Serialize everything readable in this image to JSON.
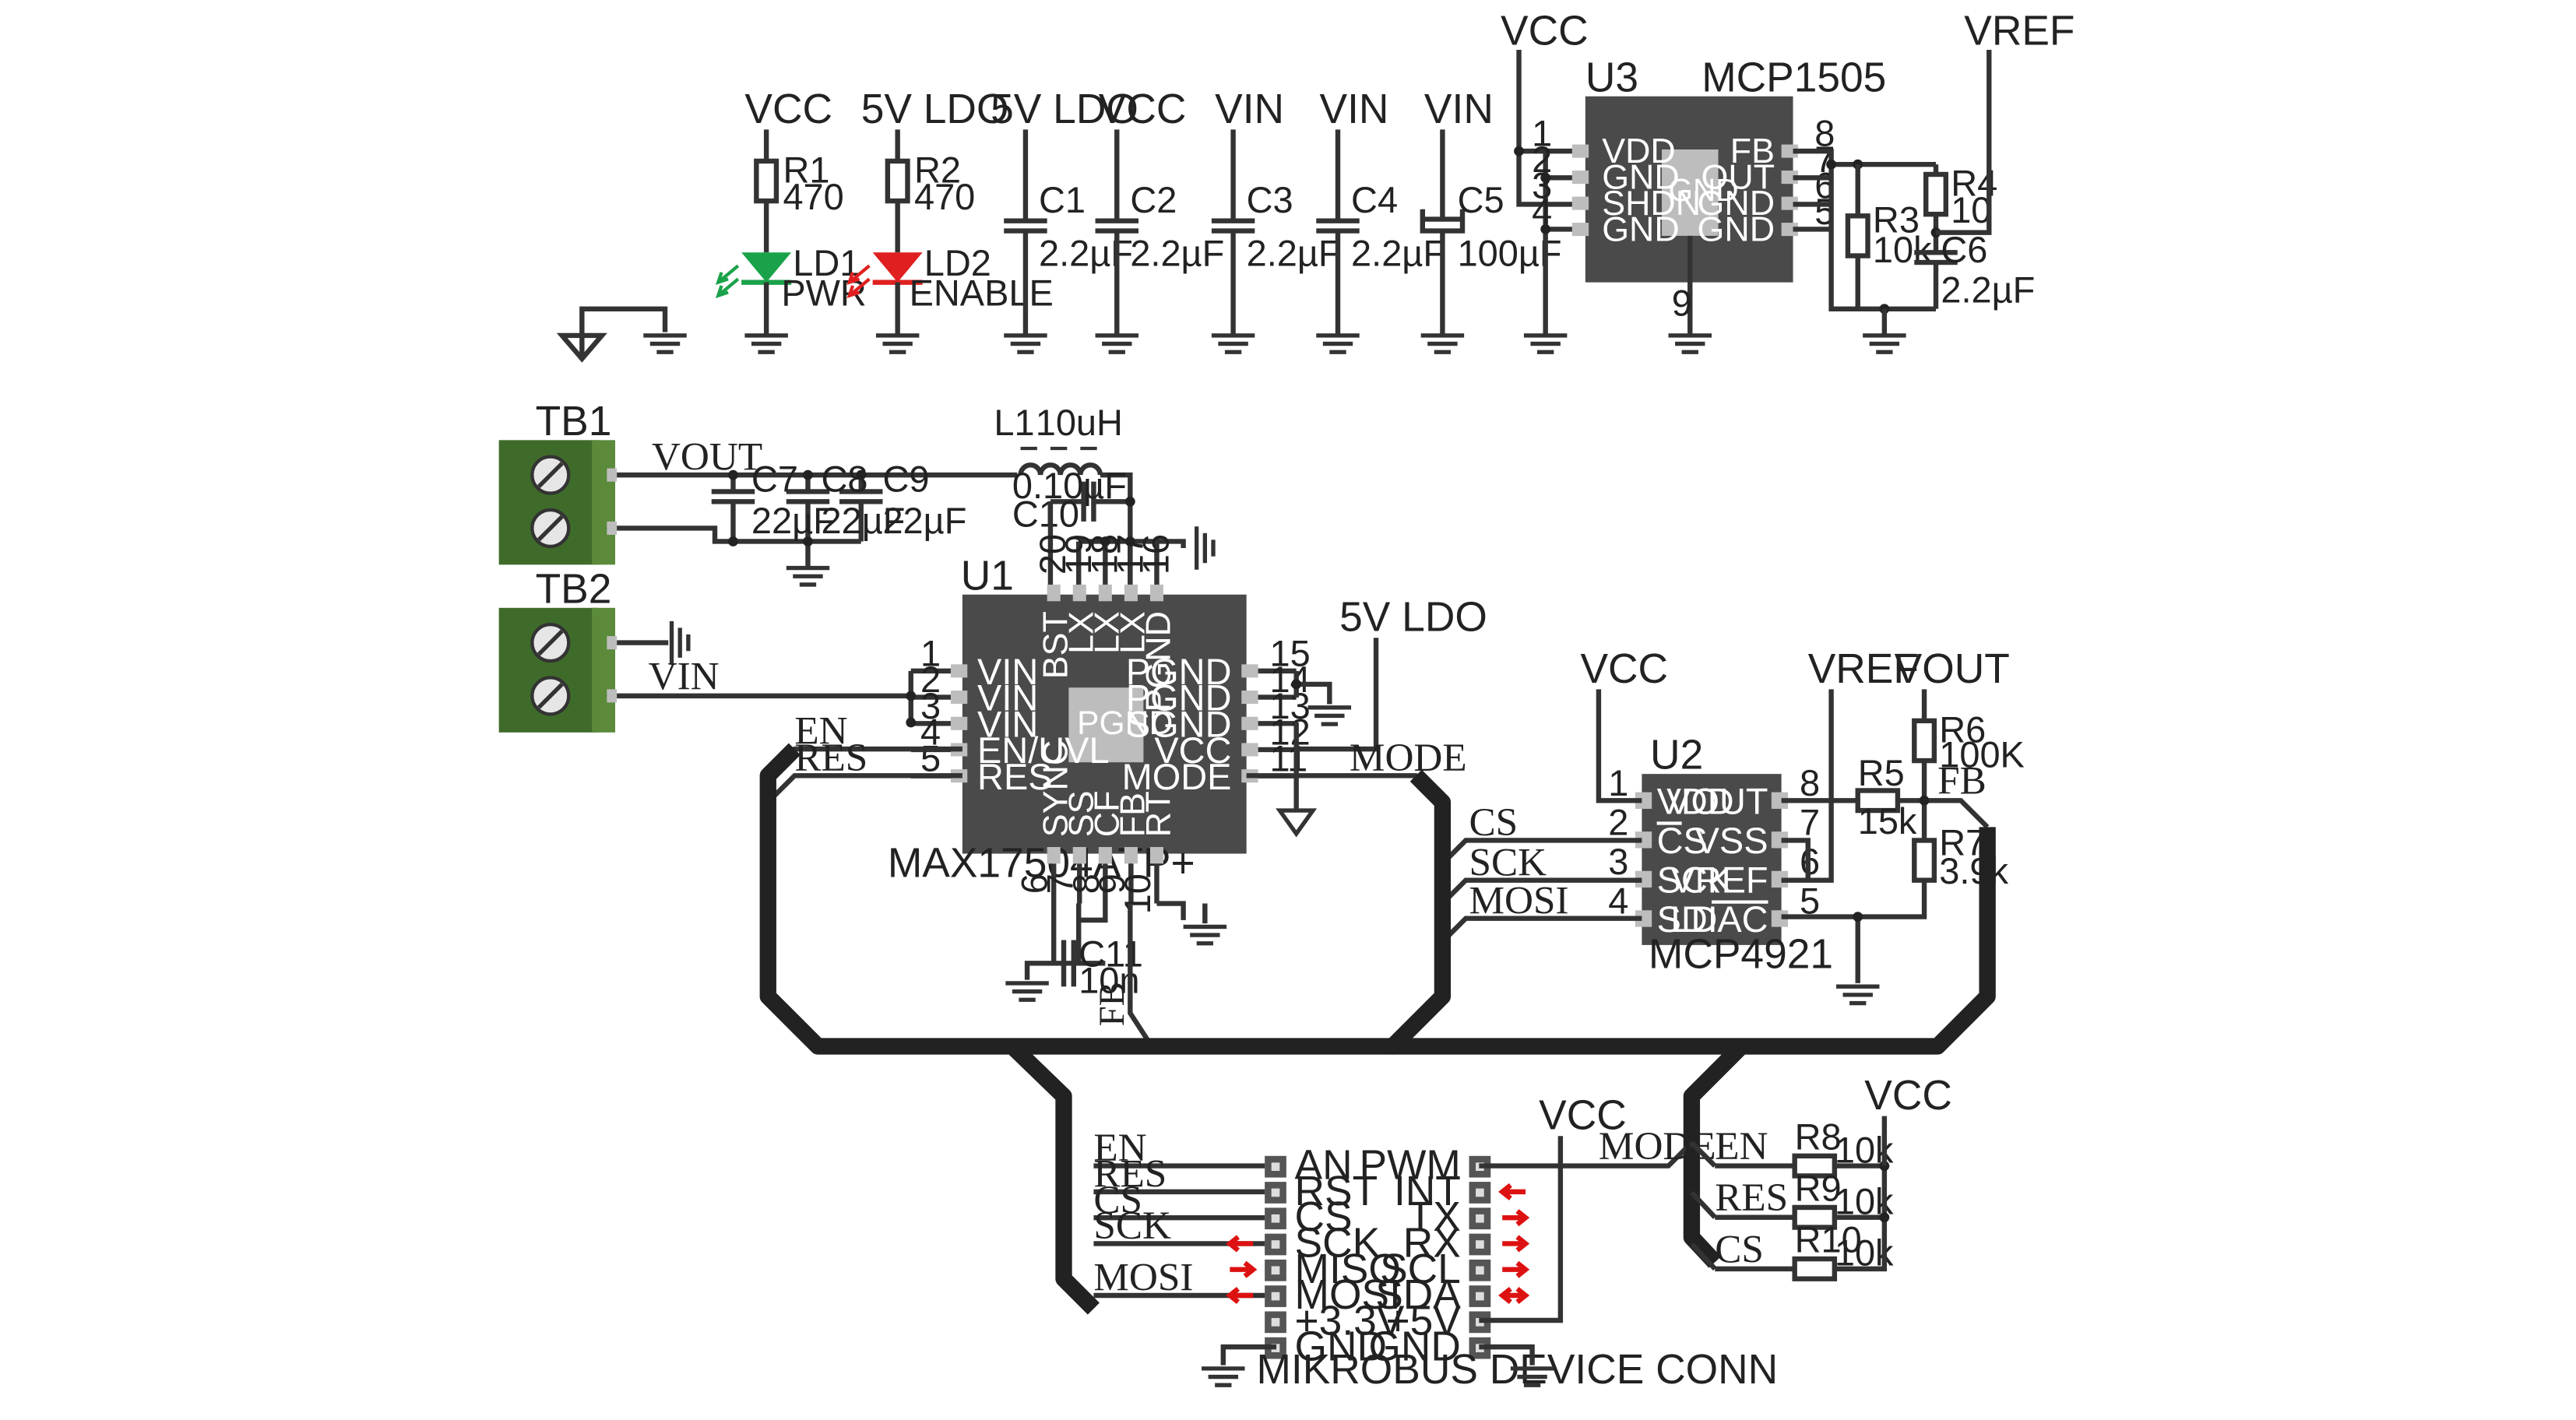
{
  "power_labels": {
    "vcc": "VCC",
    "ldo": "5V LDO",
    "vin": "VIN",
    "vref": "VREF",
    "vout": "VOUT"
  },
  "parts": {
    "r1": {
      "ref": "R1",
      "value": "470"
    },
    "r2": {
      "ref": "R2",
      "value": "470"
    },
    "ld1": {
      "ref": "LD1",
      "value": "PWR",
      "color": "#1aa24a"
    },
    "ld2": {
      "ref": "LD2",
      "value": "ENABLE",
      "color": "#e02020"
    },
    "c1": {
      "ref": "C1",
      "value": "2.2µF"
    },
    "c2": {
      "ref": "C2",
      "value": "2.2µF"
    },
    "c3": {
      "ref": "C3",
      "value": "2.2µF"
    },
    "c4": {
      "ref": "C4",
      "value": "2.2µF"
    },
    "c5": {
      "ref": "C5",
      "value": "100µF"
    },
    "c6": {
      "ref": "C6",
      "value": "2.2µF"
    },
    "c7": {
      "ref": "C7",
      "value": "22µF"
    },
    "c8": {
      "ref": "C8",
      "value": "22µF"
    },
    "c9": {
      "ref": "C9",
      "value": "22µF"
    },
    "c10": {
      "ref": "C10",
      "value": "0.10µF"
    },
    "c11": {
      "ref": "C11",
      "value": "10n"
    },
    "r3": {
      "ref": "R3",
      "value": "10k"
    },
    "r4": {
      "ref": "R4",
      "value": "10"
    },
    "r5": {
      "ref": "R5",
      "value": "15k"
    },
    "r6": {
      "ref": "R6",
      "value": "100K"
    },
    "r7": {
      "ref": "R7",
      "value": "3.9k"
    },
    "r8": {
      "ref": "R8",
      "value": "10k"
    },
    "r9": {
      "ref": "R9",
      "value": "10k"
    },
    "r10": {
      "ref": "R10",
      "value": "10k"
    },
    "l1": {
      "ref": "L1",
      "value": "10uH"
    },
    "tb1": {
      "ref": "TB1"
    },
    "tb2": {
      "ref": "TB2"
    }
  },
  "u3": {
    "ref": "U3",
    "part": "MCP1505",
    "center": "GND",
    "left_pins": [
      {
        "num": "1",
        "name": "VDD"
      },
      {
        "num": "2",
        "name": "GND"
      },
      {
        "num": "3",
        "name": "SHDN"
      },
      {
        "num": "4",
        "name": "GND"
      }
    ],
    "right_pins": [
      {
        "num": "8",
        "name": "FB"
      },
      {
        "num": "7",
        "name": "OUT"
      },
      {
        "num": "6",
        "name": "GND"
      },
      {
        "num": "5",
        "name": "GND"
      }
    ],
    "bottom_pin": "9"
  },
  "u1": {
    "ref": "U1",
    "part": "MAX17504ATP+",
    "center": "PGND",
    "left_pins": [
      {
        "num": "1",
        "name": "VIN"
      },
      {
        "num": "2",
        "name": "VIN"
      },
      {
        "num": "3",
        "name": "VIN"
      },
      {
        "num": "4",
        "name": "EN/UVL"
      },
      {
        "num": "5",
        "name": "RES"
      }
    ],
    "right_pins": [
      {
        "num": "15",
        "name": "PGND"
      },
      {
        "num": "14",
        "name": "PGND"
      },
      {
        "num": "13",
        "name": "SGND"
      },
      {
        "num": "12",
        "name": "VCC"
      },
      {
        "num": "11",
        "name": "MODE"
      }
    ],
    "top_pins": [
      {
        "num": "20",
        "name": "BST"
      },
      {
        "num": "19",
        "name": "LX"
      },
      {
        "num": "18",
        "name": "LX"
      },
      {
        "num": "17",
        "name": "LX"
      },
      {
        "num": "16",
        "name": "PGND"
      }
    ],
    "bottom_pins": [
      {
        "num": "6",
        "name": "SYNC"
      },
      {
        "num": "7",
        "name": "SS"
      },
      {
        "num": "8",
        "name": "CF"
      },
      {
        "num": "9",
        "name": "FB"
      },
      {
        "num": "10",
        "name": "RT"
      }
    ]
  },
  "u2": {
    "ref": "U2",
    "part": "MCP4921",
    "left_pins": [
      {
        "num": "1",
        "name": "VDD"
      },
      {
        "num": "2",
        "name": "CS"
      },
      {
        "num": "3",
        "name": "SCK"
      },
      {
        "num": "4",
        "name": "SDI"
      }
    ],
    "right_pins": [
      {
        "num": "8",
        "name": "VOUT"
      },
      {
        "num": "7",
        "name": "VSS"
      },
      {
        "num": "6",
        "name": "VREF"
      },
      {
        "num": "5",
        "name": "LDAC"
      }
    ]
  },
  "nets": {
    "en": "EN",
    "res": "RES",
    "cs": "CS",
    "sck": "SCK",
    "mosi": "MOSI",
    "mode": "MODE",
    "fb": "FB",
    "vout": "VOUT",
    "vin": "VIN"
  },
  "mikrobus": {
    "title": "MIKROBUS DEVICE CONN",
    "left_pins": [
      "AN",
      "RST",
      "CS",
      "SCK",
      "MISO",
      "MOSI",
      "+3.3V",
      "GND"
    ],
    "right_pins": [
      "PWM",
      "INT",
      "TX",
      "RX",
      "SCL",
      "SDA",
      "+5V",
      "GND"
    ],
    "left_nets": [
      "EN",
      "RES",
      "CS",
      "SCK",
      "",
      "MOSI",
      "",
      ""
    ]
  }
}
